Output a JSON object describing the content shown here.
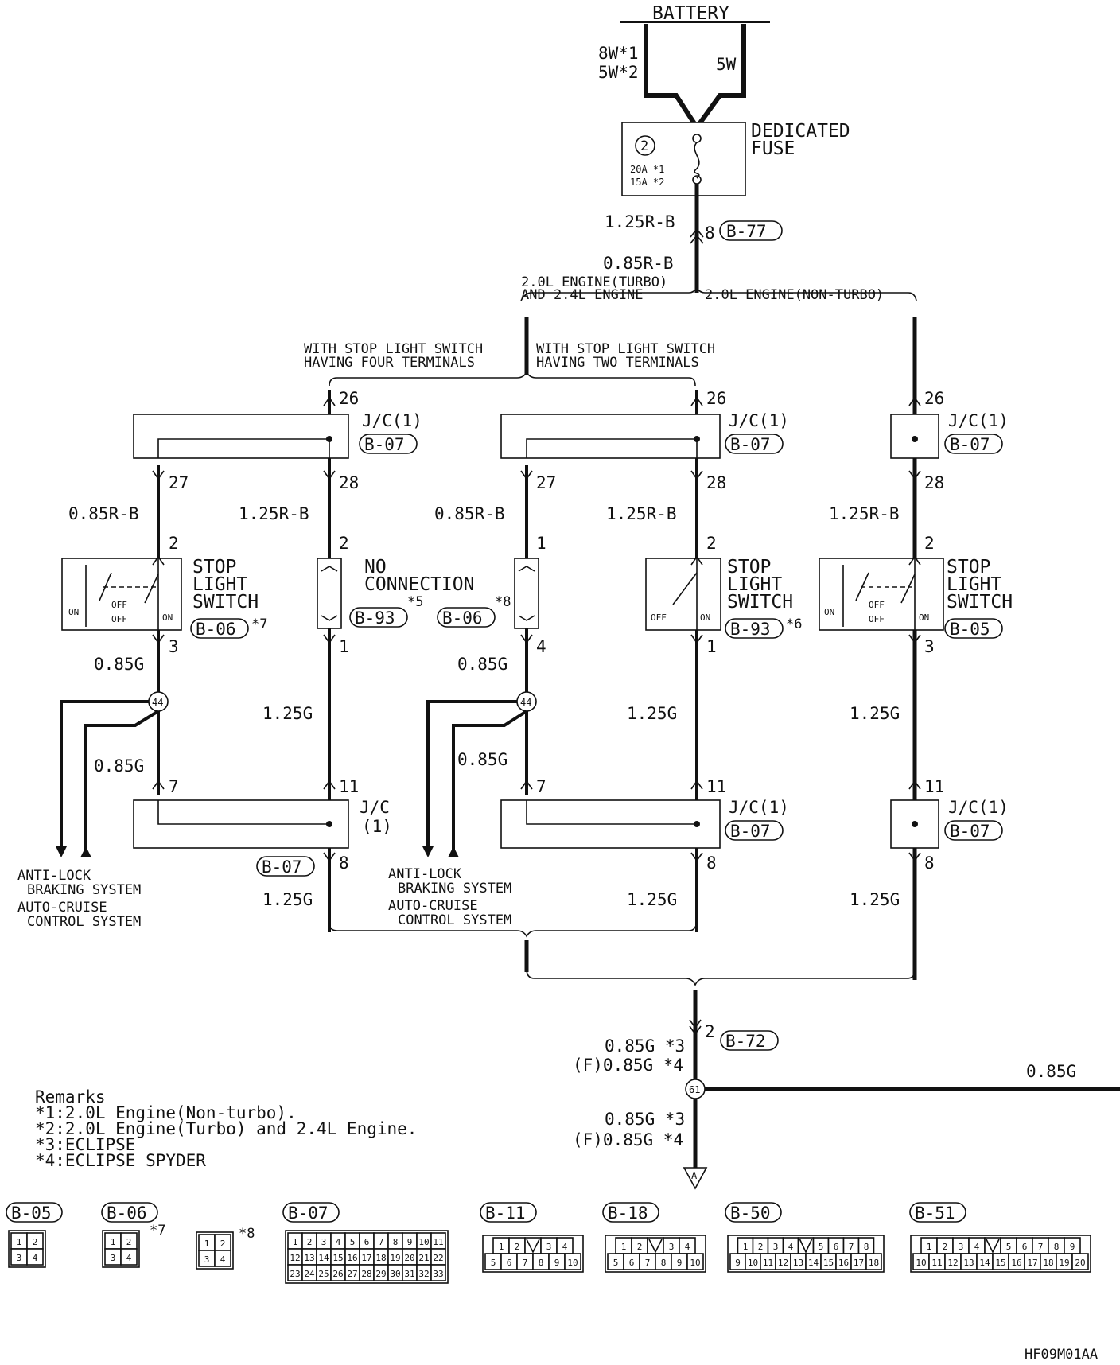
{
  "battery": "BATTERY",
  "battery_wires": {
    "left1": "8W*1",
    "left2": "5W*2",
    "right": "5W"
  },
  "fuse": {
    "title1": "DEDICATED",
    "title2": "FUSE",
    "num": "2",
    "rating1": "20A *1",
    "rating2": "15A *2"
  },
  "top_wire": {
    "upper": "1.25R-B",
    "lower": "0.85R-B",
    "pin": "8",
    "connector": "B-77"
  },
  "branches": {
    "turbo1": "2.0L ENGINE(TURBO)",
    "turbo2": "AND 2.4L ENGINE",
    "nonturbo": "2.0L ENGINE(NON-TURBO)",
    "four1": "WITH STOP LIGHT SWITCH",
    "four2": "HAVING FOUR TERMINALS",
    "two1": "WITH STOP LIGHT SWITCH",
    "two2": "HAVING TWO TERMINALS"
  },
  "jc_label": "J/C(1)",
  "jc2a": "J/C",
  "jc2b": "(1)",
  "pins": {
    "p26": "26",
    "p27": "27",
    "p28": "28",
    "p2": "2",
    "p1": "1",
    "p3": "3",
    "p4": "4",
    "p7": "7",
    "p11": "11",
    "p8": "8"
  },
  "wires": {
    "r085": "0.85R-B",
    "r125": "1.25R-B",
    "g085": "0.85G",
    "g125": "1.25G"
  },
  "switch": {
    "l1": "STOP",
    "l2": "LIGHT",
    "l3": "SWITCH",
    "on": "ON",
    "off": "OFF"
  },
  "no_conn": {
    "l1": "NO",
    "l2": "CONNECTION",
    "note": "*5"
  },
  "connectors": {
    "b06": "B-06",
    "b07": "B-07",
    "b93": "B-93",
    "b05": "B-05",
    "b72": "B-72",
    "b11": "B-11",
    "b18": "B-18",
    "b50": "B-50",
    "b51": "B-51"
  },
  "notes": {
    "n5": "*5",
    "n6": "*6",
    "n7": "*7",
    "n8": "*8"
  },
  "junction": {
    "j44": "44",
    "j61": "61"
  },
  "targets": {
    "a1": "ANTI-LOCK",
    "a2": "BRAKING SYSTEM",
    "c1": "AUTO-CRUISE",
    "c2": "CONTROL SYSTEM"
  },
  "bottom": {
    "g085_3": "0.85G *3",
    "fg085_4": "(F)0.85G *4",
    "right_wire": "0.85G",
    "pin2": "2",
    "ground": "A"
  },
  "remarks": {
    "title": "Remarks",
    "r1": "*1:2.0L Engine(Non-turbo).",
    "r2": "*2:2.0L Engine(Turbo) and 2.4L Engine.",
    "r3": "*3:ECLIPSE",
    "r4": "*4:ECLIPSE SPYDER"
  },
  "code": "HF09M01AA",
  "connector_faces": {
    "b05": [
      [
        "1",
        "2"
      ],
      [
        "3",
        "4"
      ]
    ],
    "b06": [
      [
        "1",
        "2"
      ],
      [
        "3",
        "4"
      ]
    ],
    "b07": [
      [
        "1",
        "2",
        "3",
        "4",
        "5",
        "6",
        "7",
        "8",
        "9",
        "10",
        "11"
      ],
      [
        "12",
        "13",
        "14",
        "15",
        "16",
        "17",
        "18",
        "19",
        "20",
        "21",
        "22"
      ],
      [
        "23",
        "24",
        "25",
        "26",
        "27",
        "28",
        "29",
        "30",
        "31",
        "32",
        "33"
      ]
    ],
    "b11": [
      [
        "1",
        "2",
        "",
        "3",
        "4"
      ],
      [
        "5",
        "6",
        "7",
        "8",
        "9",
        "10"
      ]
    ],
    "b18": [
      [
        "1",
        "2",
        "",
        "3",
        "4"
      ],
      [
        "5",
        "6",
        "7",
        "8",
        "9",
        "10"
      ]
    ],
    "b50": [
      [
        "1",
        "2",
        "3",
        "4",
        "",
        "5",
        "6",
        "7",
        "8"
      ],
      [
        "9",
        "10",
        "11",
        "12",
        "13",
        "14",
        "15",
        "16",
        "17",
        "18"
      ]
    ],
    "b51": [
      [
        "1",
        "2",
        "3",
        "4",
        "",
        "5",
        "6",
        "7",
        "8",
        "9"
      ],
      [
        "10",
        "11",
        "12",
        "13",
        "14",
        "15",
        "16",
        "17",
        "18",
        "19",
        "20"
      ]
    ]
  }
}
